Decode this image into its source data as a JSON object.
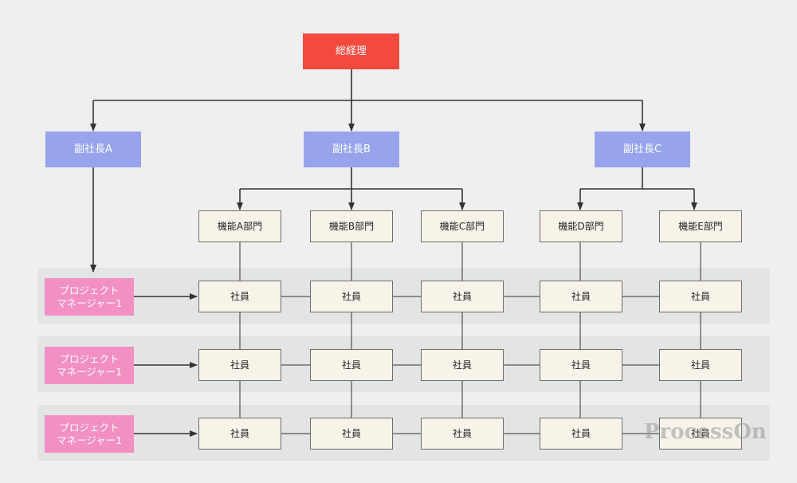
{
  "diagram": {
    "ceo": "総経理",
    "vice_presidents": [
      "副社長A",
      "副社長B",
      "副社長C"
    ],
    "departments": [
      "機能A部門",
      "機能B部門",
      "機能C部門",
      "機能D部門",
      "機能E部門"
    ],
    "project_managers": [
      "プロジェクト\nマネージャー1",
      "プロジェクト\nマネージャー1",
      "プロジェクト\nマネージャー1"
    ],
    "employee_label": "社員",
    "watermark": "ProcessOn"
  },
  "colors": {
    "ceo": "#f24a3e",
    "vice_president": "#97a4ec",
    "department": "#f7f3e8",
    "project_manager": "#f28fc3",
    "band": "#e2e5e3",
    "connector": "#333333"
  }
}
